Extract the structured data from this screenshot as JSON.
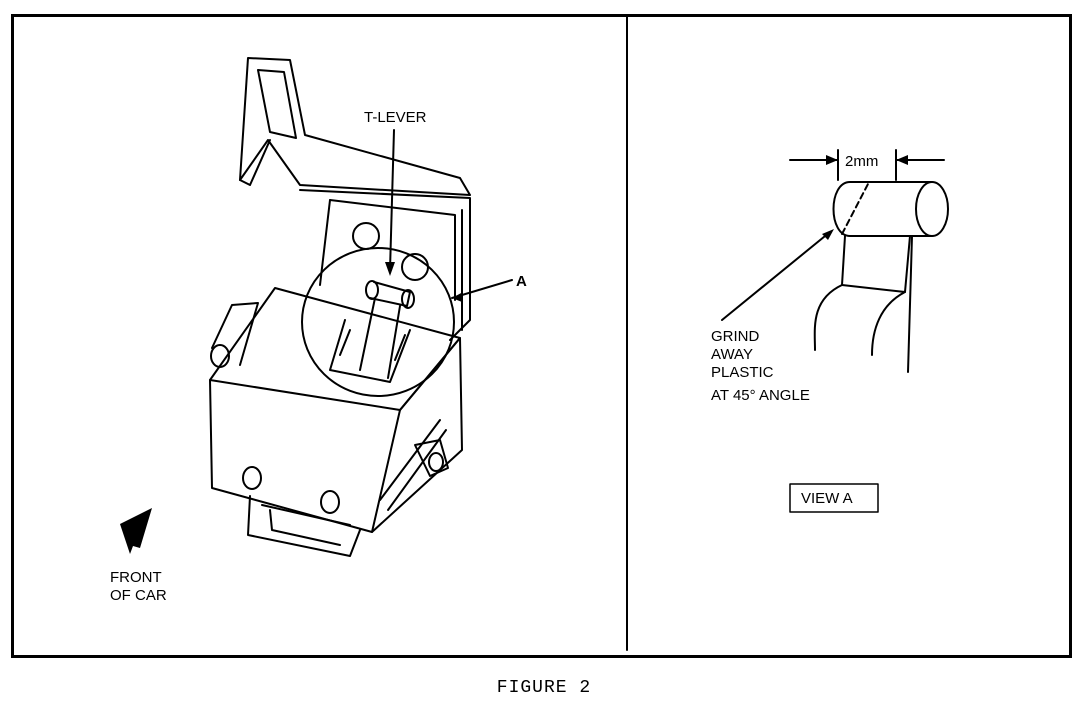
{
  "labels": {
    "t_lever": "T-LEVER",
    "detail": "A",
    "front_line1": "FRONT",
    "front_line2": "OF CAR",
    "dimension": "2mm",
    "grind_line1": "GRIND",
    "grind_line2": "AWAY",
    "grind_line3": "PLASTIC",
    "grind_line4": "AT 45° ANGLE",
    "view": "VIEW A"
  },
  "caption": "FIGURE 2"
}
